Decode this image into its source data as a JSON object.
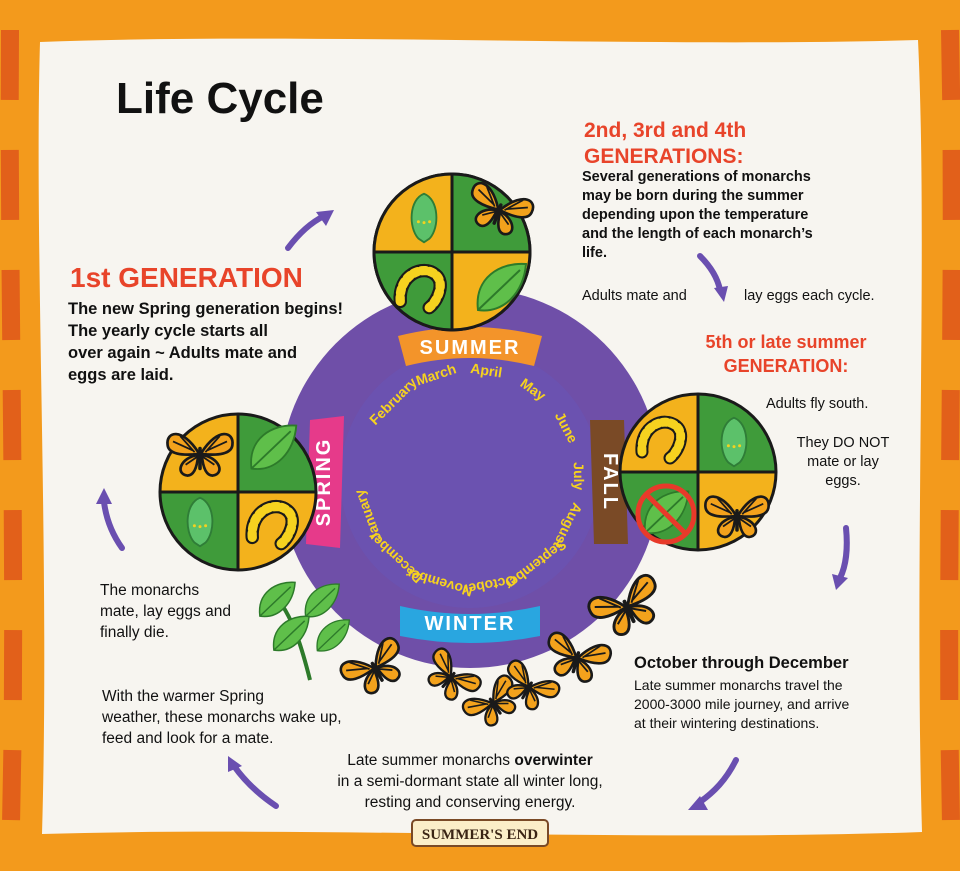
{
  "title": "Life Cycle",
  "colors": {
    "border_orange": "#f39a1c",
    "border_dark": "#e2601a",
    "paper": "#f7f5f0",
    "wheel_purple": "#6f4fa8",
    "wheel_inner": "#6a52b0",
    "quad_green": "#3f9b3a",
    "quad_yellow": "#f3b21c",
    "month_text": "#f6d21f",
    "heading_red": "#e8442a",
    "arrow_purple": "#6a4fb0"
  },
  "generation1": {
    "heading": "1st GENERATION",
    "lines": [
      "The new Spring generation begins!",
      "The yearly cycle starts all",
      "over again ~ Adults mate and",
      "eggs are laid."
    ]
  },
  "generations234": {
    "heading_line1": "2nd, 3rd  and  4th",
    "heading_line2": "GENERATIONS:",
    "lines": [
      "Several generations of monarchs",
      "may be born during the summer",
      "depending upon the temperature",
      "and the length of each monarch’s",
      "life."
    ],
    "mate_left": "Adults mate and",
    "mate_right": "lay eggs each cycle."
  },
  "generation5": {
    "heading_line1": "5th or late summer",
    "heading_line2": "GENERATION:",
    "fly_south": "Adults fly south.",
    "not_mate": [
      "They DO NOT",
      "mate or lay",
      "eggs."
    ]
  },
  "oct_dec": {
    "heading": "October through December",
    "lines": [
      "Late summer monarchs travel the",
      "2000-3000 mile journey, and arrive",
      "at their wintering destinations."
    ]
  },
  "overwinter": {
    "prefix": "Late summer monarchs ",
    "bold": "overwinter",
    "lines": [
      "in a semi-dormant state all winter long,",
      "resting and conserving energy."
    ]
  },
  "spring_wake": {
    "lines": [
      "With the warmer Spring",
      "weather, these monarchs wake up,",
      "feed and look for a mate."
    ]
  },
  "monarchs_die": {
    "lines": [
      "The monarchs",
      "mate, lay eggs and",
      "finally die."
    ]
  },
  "seasons": {
    "summer": "SUMMER",
    "fall": "FALL",
    "winter": "WINTER",
    "spring": "SPRING"
  },
  "months": [
    "February",
    "March",
    "April",
    "May",
    "June",
    "July",
    "August",
    "September",
    "October",
    "November",
    "December",
    "January"
  ],
  "logo": "SUMMER'S END"
}
